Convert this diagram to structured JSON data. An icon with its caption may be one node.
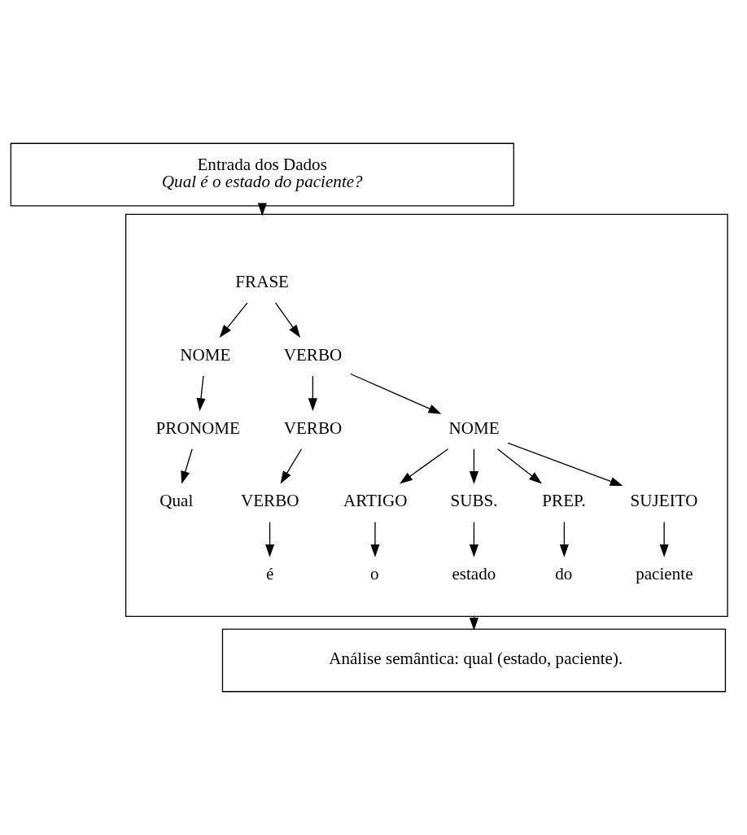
{
  "diagram": {
    "nodes": [
      {
        "text": [
          "Entrada dos Dados",
          "Qual é o estado do paciente?"
        ]
      },
      {
        "text": [],
        "shape": "box"
      },
      {
        "text": [
          "FRASE"
        ],
        "in": 1
      },
      {
        "text": [
          "NOME"
        ],
        "in": 1
      },
      {
        "text": [
          "VERBO"
        ],
        "in": 1
      },
      {
        "text": [
          "PRONOME"
        ],
        "in": 1
      },
      {
        "text": [
          "VERBO"
        ],
        "in": 1
      },
      {
        "text": [
          "NOME"
        ],
        "in": 1
      },
      {
        "text": [
          "Qual"
        ],
        "in": 1
      },
      {
        "text": [
          "VERBO"
        ],
        "in": 1
      },
      {
        "text": [
          "ARTIGO"
        ],
        "in": 1
      },
      {
        "text": [
          "SUBS."
        ],
        "in": 1
      },
      {
        "text": [
          "PREP."
        ],
        "in": 1
      },
      {
        "text": [
          "SUJEITO"
        ],
        "in": 1
      },
      {
        "text": [
          "é"
        ],
        "in": 1
      },
      {
        "text": [
          "o"
        ],
        "in": 1
      },
      {
        "text": [
          "estado"
        ],
        "in": 1
      },
      {
        "text": [
          "do"
        ],
        "in": 1
      },
      {
        "text": [
          "paciente"
        ],
        "in": 1
      },
      {
        "text": [
          "Análise semântica: qual (estado, paciente)."
        ]
      }
    ],
    "edges": [
      {
        "from": 0,
        "to": 1,
        "arrow": "to"
      },
      {
        "from": 2,
        "to": 3,
        "arrow": "to"
      },
      {
        "from": 2,
        "to": 4,
        "arrow": "to"
      },
      {
        "from": 3,
        "to": 5,
        "arrow": "to"
      },
      {
        "from": 4,
        "to": 6,
        "arrow": "to"
      },
      {
        "from": 4,
        "to": 7,
        "arrow": "to"
      },
      {
        "from": 5,
        "to": 8,
        "arrow": "to"
      },
      {
        "from": 6,
        "to": 9,
        "arrow": "to"
      },
      {
        "from": 7,
        "to": 10,
        "arrow": "to"
      },
      {
        "from": 7,
        "to": 11,
        "arrow": "to"
      },
      {
        "from": 7,
        "to": 12,
        "arrow": "to"
      },
      {
        "from": 7,
        "to": 13,
        "arrow": "to"
      },
      {
        "from": 9,
        "to": 14,
        "arrow": "to"
      },
      {
        "from": 10,
        "to": 15,
        "arrow": "to"
      },
      {
        "from": 11,
        "to": 16,
        "arrow": "to"
      },
      {
        "from": 12,
        "to": 17,
        "arrow": "to"
      },
      {
        "from": 13,
        "to": 18,
        "arrow": "to"
      },
      {
        "from": 1,
        "to": 19,
        "arrow": "to"
      }
    ]
  }
}
